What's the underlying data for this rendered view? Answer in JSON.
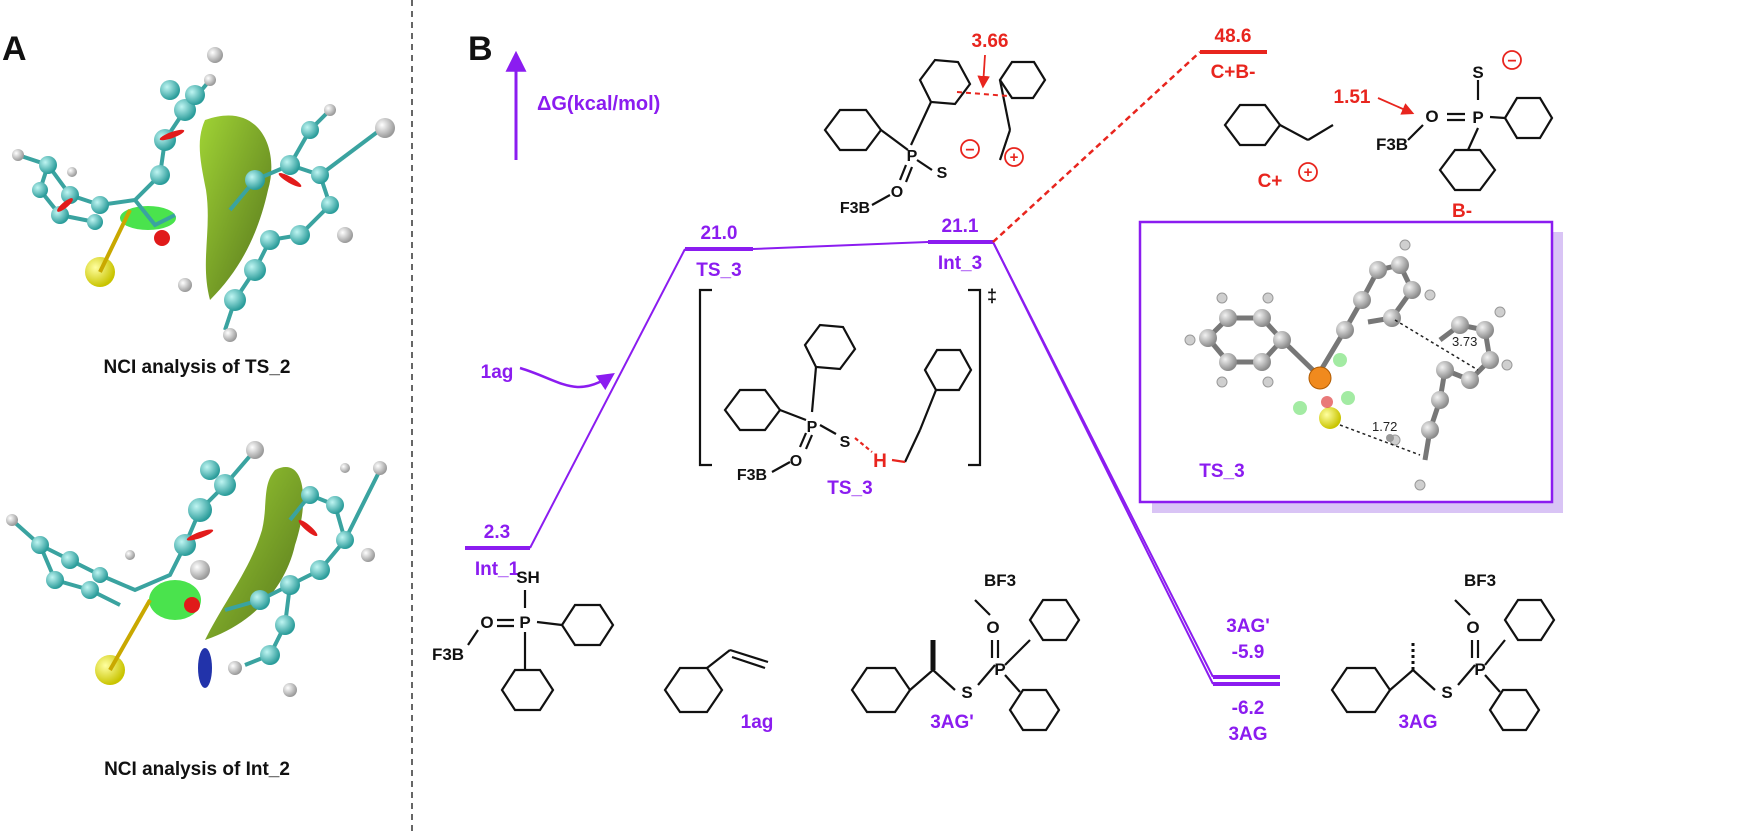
{
  "panels": {
    "a_letter": "A",
    "b_letter": "B",
    "nci_ts2_caption": "NCI analysis of TS_2",
    "nci_int2_caption": "NCI analysis of Int_2"
  },
  "axis": {
    "label": "ΔG(kcal/mol)"
  },
  "levels": {
    "int1": {
      "name": "Int_1",
      "energy": "2.3"
    },
    "ts3": {
      "name": "TS_3",
      "energy": "21.0"
    },
    "int3": {
      "name": "Int_3",
      "energy": "21.1"
    },
    "cb": {
      "name": "C+B-",
      "energy": "48.6"
    },
    "ag_prime": {
      "name": "3AG'",
      "energy": "-5.9"
    },
    "ag": {
      "name": "3AG",
      "energy": "-6.2"
    }
  },
  "annotations": {
    "reagent": "1ag",
    "ts_dagger": "‡",
    "ts_caption": "TS_3",
    "dist_366": "3.66",
    "dist_151": "1.51",
    "c_plus": "C+",
    "b_minus": "B-",
    "inset_label": "TS_3",
    "inset_d1": "3.73",
    "inset_d2": "1.72"
  },
  "molecules": {
    "f3b": "F3B",
    "bf3": "BF3",
    "s": "S",
    "o": "O",
    "p": "P",
    "sh": "SH",
    "h": "H",
    "minus": "−",
    "plus": "+",
    "bottom_1ag": "1ag",
    "bottom_3agp": "3AG'",
    "bottom_3ag": "3AG"
  },
  "colors": {
    "purple": "#8b1cf0",
    "red": "#e8251e",
    "black": "#111111",
    "inset_shadow": "#d9c4f5"
  }
}
